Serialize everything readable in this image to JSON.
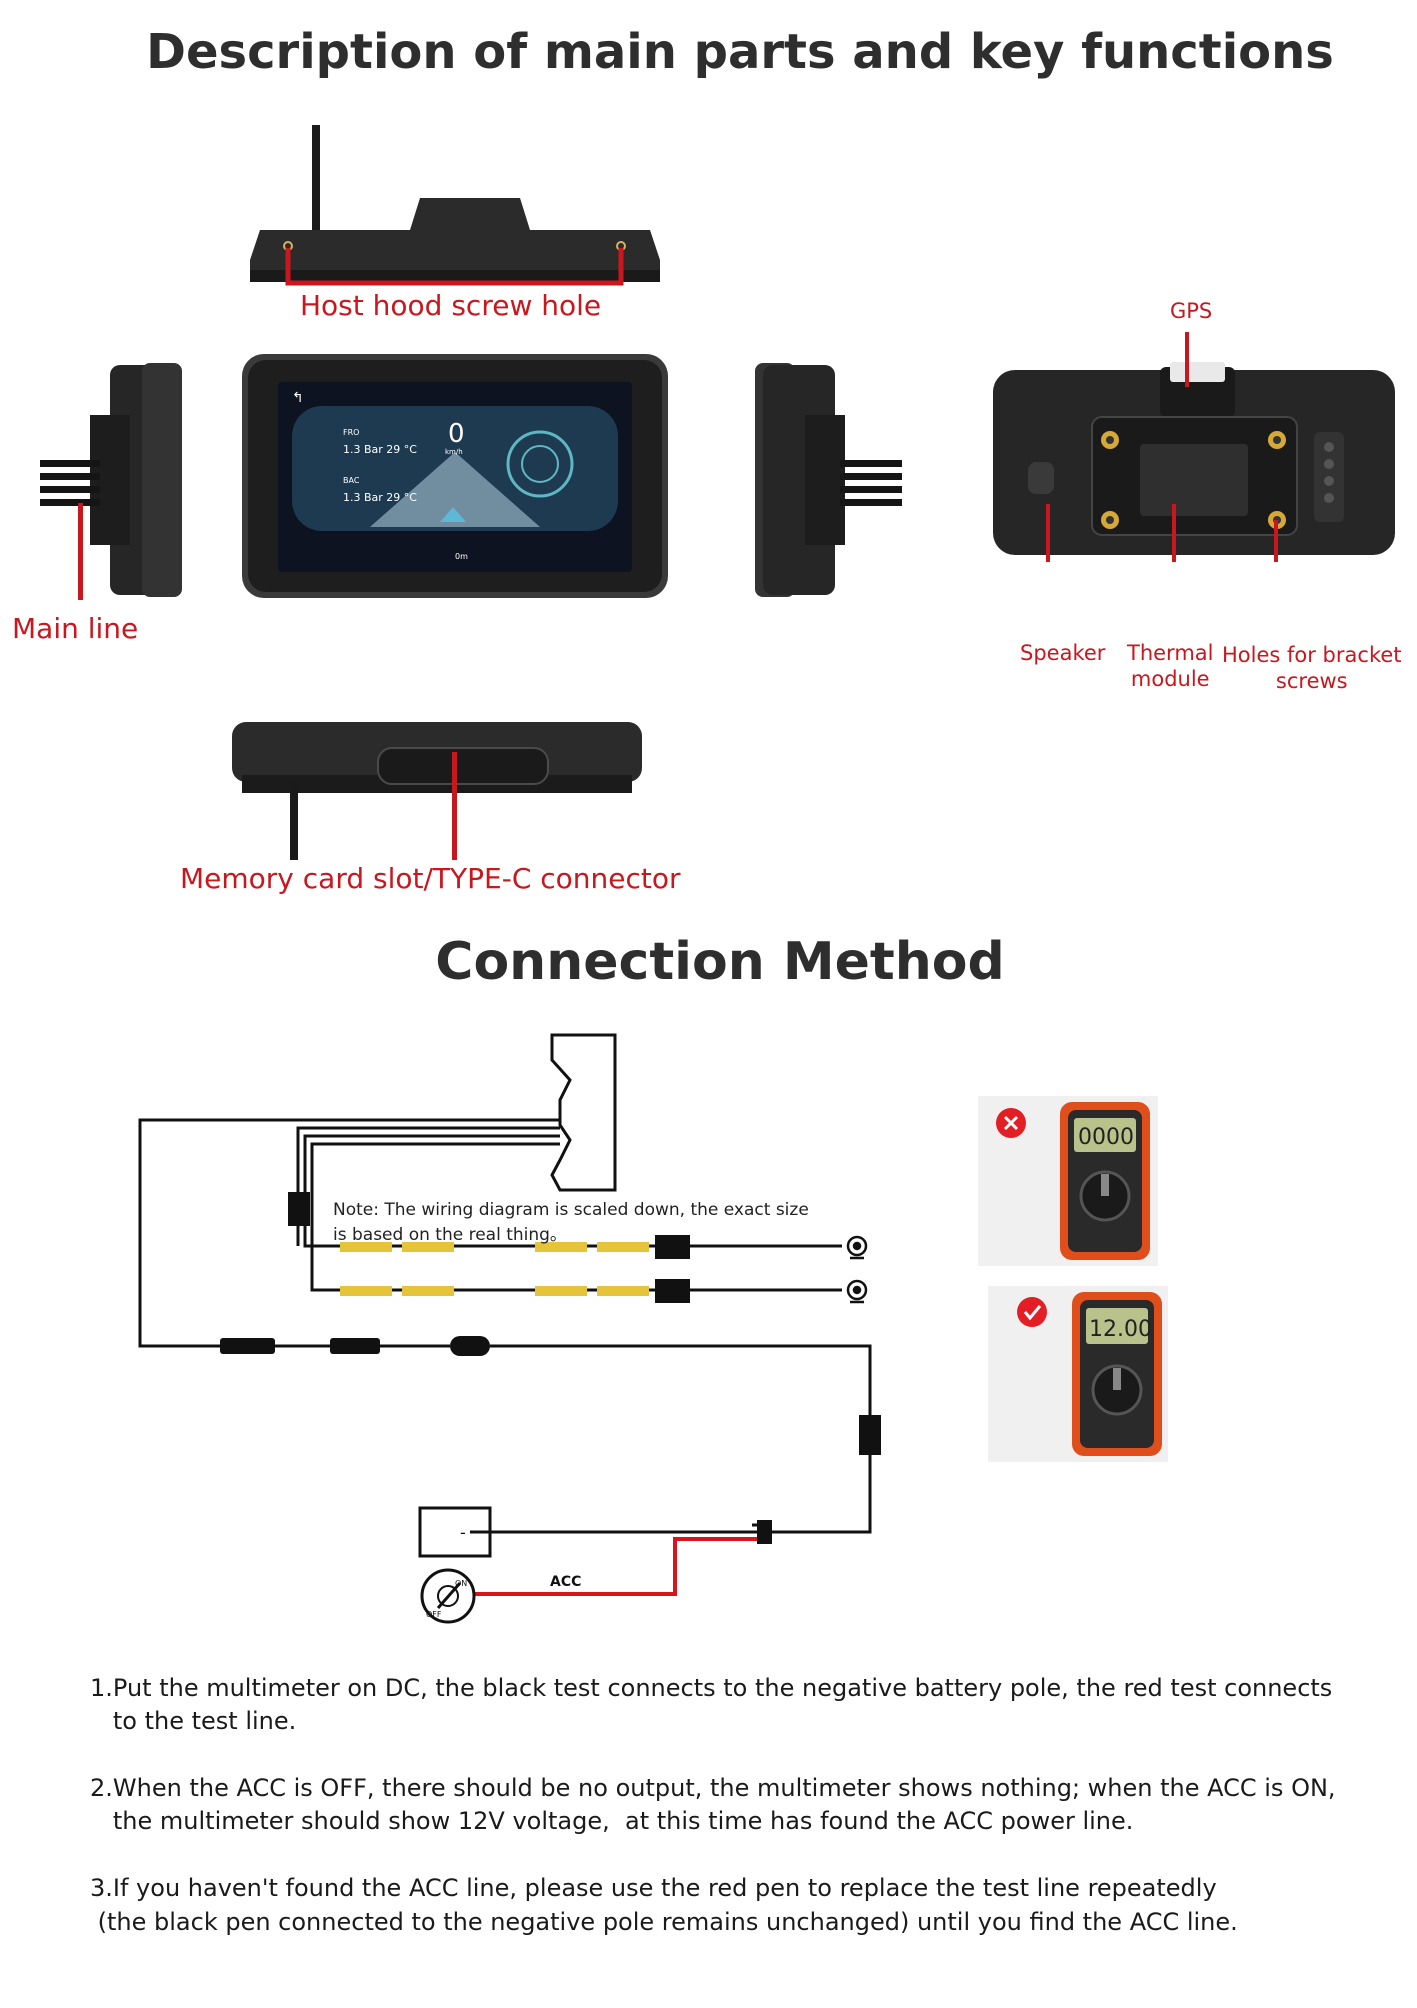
{
  "title_main": "Description of main parts and key functions",
  "title_connection": "Connection Method",
  "labels": {
    "host_hood_screw_hole": "Host hood screw hole",
    "main_line": "Main line",
    "gps": "GPS",
    "speaker": "Speaker",
    "thermal_module": [
      "Thermal",
      "module"
    ],
    "bracket_holes": [
      "Holes for bracket",
      "screws"
    ],
    "memory_card": "Memory card slot/TYPE-C connector"
  },
  "screen": {
    "fro_label": "FRO",
    "fro_value": "1.3 Bar 29 °C",
    "bac_label": "BAC",
    "bac_value": "1.3 Bar 29 °C",
    "speed": "0",
    "speed_unit": "km/h",
    "distance": "0m"
  },
  "wiring": {
    "note_line1": "Note: The wiring diagram is scaled down, the exact size",
    "note_line2": " is based on the real thing。",
    "battery_minus": "-",
    "acc_label": "ACC",
    "switch_on": "ON",
    "switch_off": "OFF"
  },
  "multimeter": {
    "wrong_reading": "0000",
    "right_reading": "12.00",
    "wrong_icon": "x-mark-icon",
    "right_icon": "check-mark-icon"
  },
  "instructions": [
    [
      "1.Put the multimeter on DC, the black test connects to the negative battery pole, the red test connects",
      "   to the test line."
    ],
    [
      "2.When the ACC is OFF, there should be no output, the multimeter shows nothing; when the ACC is ON,",
      "   the multimeter should show 12V voltage,  at this time has found the ACC power line."
    ],
    [
      "3.If you haven't found the ACC line, please use the red pen to replace the test line repeatedly",
      " (the black pen connected to the negative pole remains unchanged) until you find the ACC line."
    ]
  ],
  "colors": {
    "label_red": "#c8171e",
    "fuse_yellow": "#e6c43a",
    "acc_wire": "#d9141b"
  }
}
